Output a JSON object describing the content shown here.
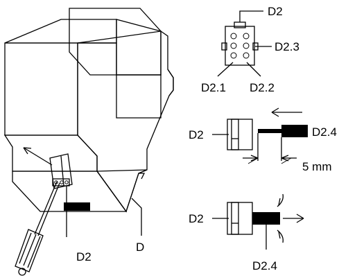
{
  "colors": {
    "housing_light": "#ececec",
    "housing_mid": "#d9d9d9",
    "housing_dark": "#a6a6a6",
    "connector": "#c8c8c8",
    "cable": "#000000",
    "stroke": "#000000",
    "background": "#ffffff"
  },
  "labels": {
    "d2_main": "D2",
    "d": "D",
    "d2_top": "D2",
    "d2_3": "D2.3",
    "d2_1": "D2.1",
    "d2_2": "D2.2",
    "d2_mid": "D2",
    "d2_4_mid": "D2.4",
    "dimension": "5 mm",
    "d2_bottom": "D2",
    "d2_4_bottom": "D2.4"
  },
  "icons": [
    "screwdriver-icon",
    "arrow-left-icon",
    "pull-out-arrow-icon",
    "dimension-arrows-icon"
  ]
}
